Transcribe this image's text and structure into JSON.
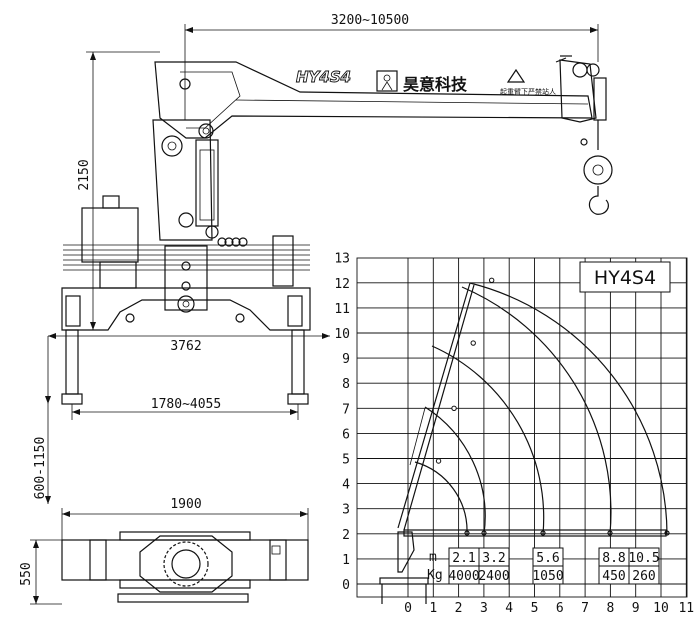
{
  "drawing": {
    "boom_label": "HY4S4",
    "brand_name": "昊意科技",
    "warning_text": "起重臂下严禁站人",
    "dim_reach": "3200~10500",
    "dim_height": "2150",
    "dim_span": "3762",
    "dim_outrigger": "1780~4055",
    "dim_leg": "600-1150",
    "dim_width": "1900",
    "dim_base_height": "550"
  },
  "chart_data": {
    "type": "load_chart",
    "title": "HY4S4",
    "x_ticks": [
      "0",
      "1",
      "2",
      "3",
      "4",
      "5",
      "6",
      "7",
      "8",
      "9",
      "10",
      "11"
    ],
    "y_ticks": [
      "0",
      "1",
      "2",
      "3",
      "4",
      "5",
      "6",
      "7",
      "8",
      "9",
      "10",
      "11",
      "12",
      "13"
    ],
    "xlim": [
      0,
      11
    ],
    "ylim": [
      0,
      13
    ],
    "grid": true,
    "table_row_labels": [
      "m",
      "Kg"
    ],
    "radius_m": [
      "2.1",
      "3.2",
      "5.6",
      "8.8",
      "10.5"
    ],
    "capacity_kg": [
      "4000",
      "2400",
      "1050",
      "450",
      "260"
    ],
    "boom_tip_heights": [
      4.9,
      7.0,
      9.6,
      12.1
    ]
  }
}
